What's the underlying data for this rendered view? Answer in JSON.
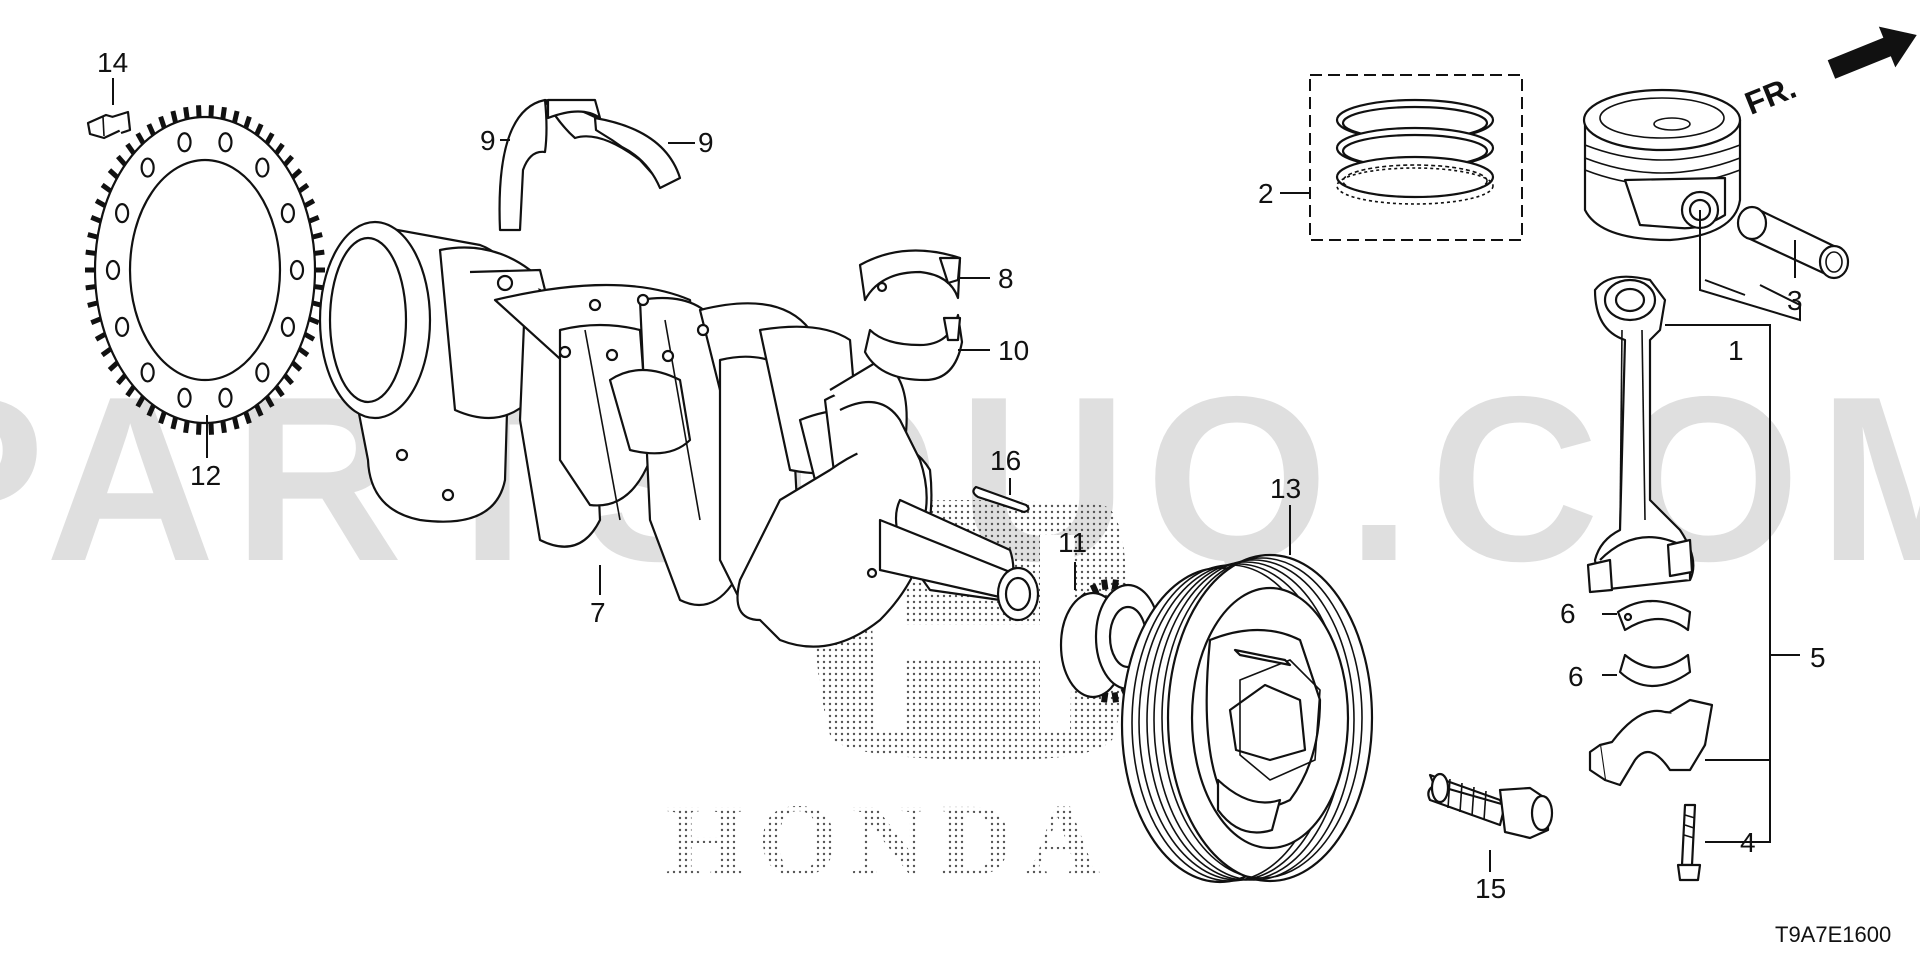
{
  "diagram": {
    "code": "T9A7E1600",
    "direction_label": "FR.",
    "watermark": "PARTSOUQ.COM",
    "brand_watermark": "HONDA",
    "callouts": {
      "c1": "1",
      "c2": "2",
      "c3": "3",
      "c4": "4",
      "c5": "5",
      "c6a": "6",
      "c6b": "6",
      "c7": "7",
      "c8": "8",
      "c9a": "9",
      "c9b": "9",
      "c10": "10",
      "c11": "11",
      "c12": "12",
      "c13": "13",
      "c14": "14",
      "c15": "15",
      "c16": "16"
    },
    "icons": {
      "front_arrow": "front-direction-arrow-icon",
      "brand_logo": "honda-h-logo"
    }
  }
}
